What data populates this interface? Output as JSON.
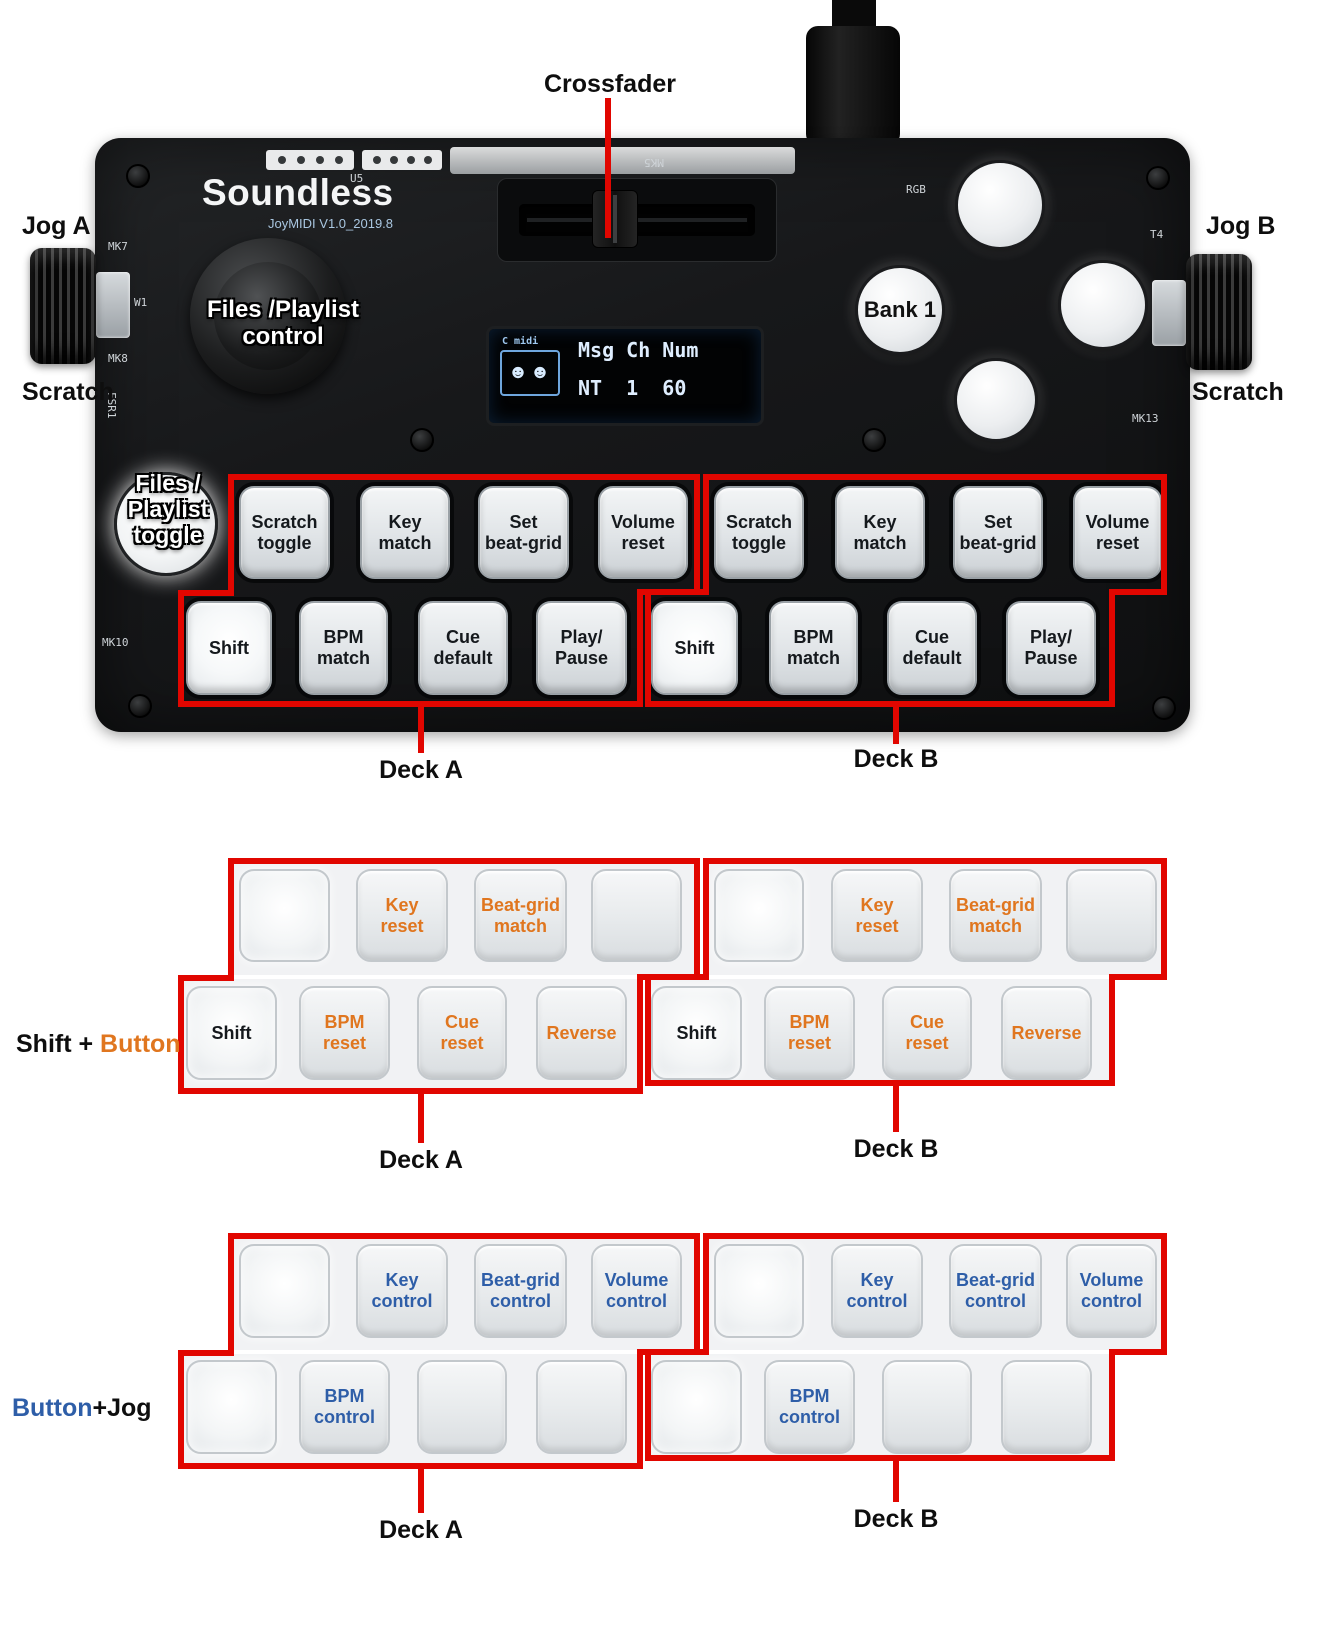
{
  "colors": {
    "annotation_red": "#e10600",
    "shift_label_orange": "#e0761f",
    "jog_label_blue": "#2e5ea8"
  },
  "annotations": {
    "crossfader": "Crossfader",
    "jog_a": "Jog A",
    "jog_b": "Jog B",
    "scratch_left": "Scratch",
    "scratch_right": "Scratch",
    "files_playlist_control": "Files /Playlist\ncontrol",
    "files_playlist_toggle": "Files /\nPlaylist\ntoggle"
  },
  "device": {
    "brand": "Soundless",
    "model": "JoyMIDI  V1.0_2019.8",
    "bank_button": "Bank 1",
    "oled": {
      "icon_caption": "C midi",
      "icon_glyphs": "☻☻",
      "header": "Msg Ch Num",
      "value": "NT  1  60"
    },
    "pcb": {
      "u5": "U5",
      "mk7": "MK7",
      "w1": "W1",
      "mk8": "MK8",
      "fsr1": "FSR1",
      "mk10": "MK10",
      "mk5": "MK5",
      "rgb": "RGB",
      "t4": "T4",
      "mk13": "MK13"
    }
  },
  "main": {
    "deck_a": {
      "label": "Deck A",
      "row1": [
        "Scratch\ntoggle",
        "Key\nmatch",
        "Set\nbeat-grid",
        "Volume\nreset"
      ],
      "row2": [
        "Shift",
        "BPM\nmatch",
        "Cue\ndefault",
        "Play/\nPause"
      ]
    },
    "deck_b": {
      "label": "Deck B",
      "row1": [
        "Scratch\ntoggle",
        "Key\nmatch",
        "Set\nbeat-grid",
        "Volume\nreset"
      ],
      "row2": [
        "Shift",
        "BPM\nmatch",
        "Cue\ndefault",
        "Play/\nPause"
      ]
    }
  },
  "shift_mode": {
    "legend": {
      "prefix": "Shift + ",
      "highlight": "Button"
    },
    "deck_a": {
      "label": "Deck A",
      "row1": [
        "",
        "Key\nreset",
        "Beat-grid\nmatch",
        ""
      ],
      "row2": [
        "Shift",
        "BPM\nreset",
        "Cue\nreset",
        "Reverse"
      ]
    },
    "deck_b": {
      "label": "Deck B",
      "row1": [
        "",
        "Key\nreset",
        "Beat-grid\nmatch",
        ""
      ],
      "row2": [
        "Shift",
        "BPM\nreset",
        "Cue\nreset",
        "Reverse"
      ]
    }
  },
  "jog_mode": {
    "legend": {
      "highlight": "Button",
      "suffix": "+Jog"
    },
    "deck_a": {
      "label": "Deck A",
      "row1": [
        "",
        "Key\ncontrol",
        "Beat-grid\ncontrol",
        "Volume\ncontrol"
      ],
      "row2": [
        "",
        "BPM\ncontrol",
        "",
        ""
      ]
    },
    "deck_b": {
      "label": "Deck B",
      "row1": [
        "",
        "Key\ncontrol",
        "Beat-grid\ncontrol",
        "Volume\ncontrol"
      ],
      "row2": [
        "",
        "BPM\ncontrol",
        "",
        ""
      ]
    }
  }
}
